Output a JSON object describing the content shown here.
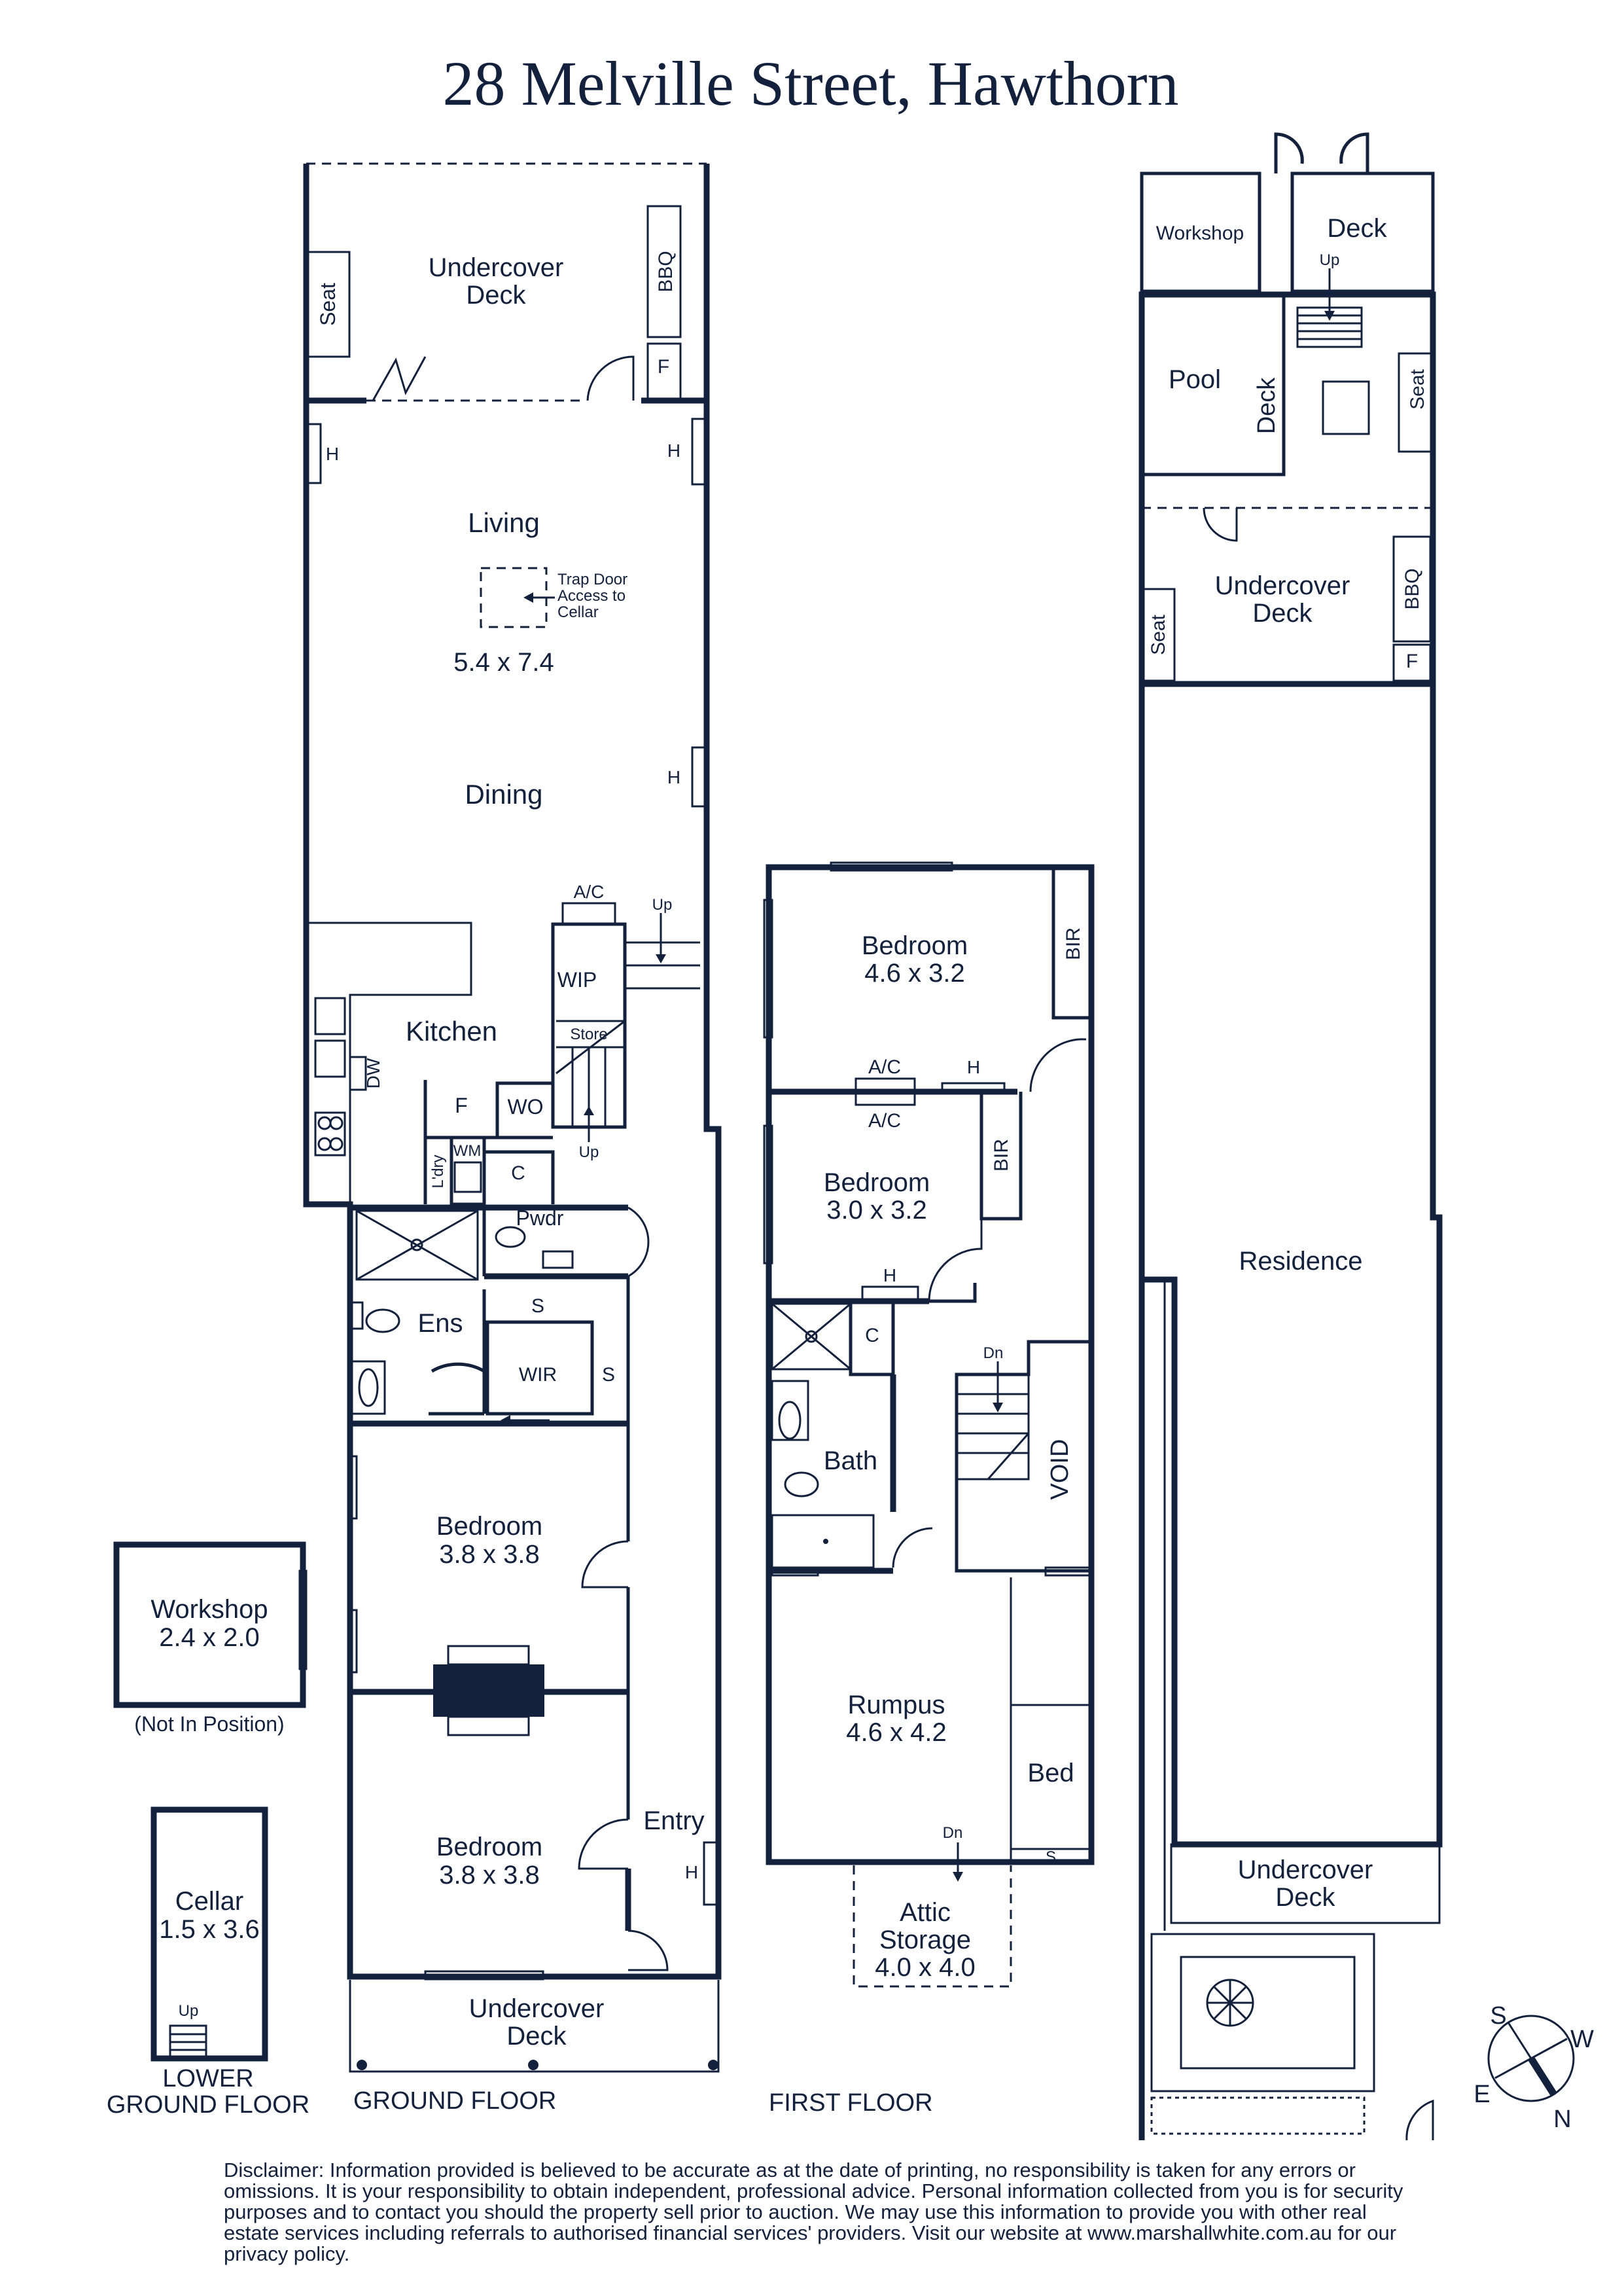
{
  "title": "28 Melville Street, Hawthorn",
  "colors": {
    "ink": "#13213c",
    "paper": "#ffffff"
  },
  "ground_floor": {
    "undercover_deck_rear": [
      "Undercover",
      "Deck"
    ],
    "seat": "Seat",
    "bbq": "BBQ",
    "fridge": "F",
    "heater": "H",
    "living": "Living",
    "trap_door": [
      "Trap Door",
      "Access to",
      "Cellar"
    ],
    "living_dims": "5.4 x 7.4",
    "dining": "Dining",
    "ac": "A/C",
    "up": "Up",
    "wip": "WIP",
    "store": "Store",
    "kitchen": "Kitchen",
    "dw": "DW",
    "wo": "WO",
    "laundry": "L'dry",
    "wm": "WM",
    "cupboard": "C",
    "powder": "Pwdr",
    "ensuite": "Ens",
    "shelves": "S",
    "wir": "WIR",
    "bedroom1": {
      "name": "Bedroom",
      "dims": "3.8 x 3.8"
    },
    "bedroom2": {
      "name": "Bedroom",
      "dims": "3.8 x 3.8"
    },
    "entry": "Entry",
    "undercover_deck_front": [
      "Undercover",
      "Deck"
    ],
    "floor_label": "GROUND FLOOR"
  },
  "workshop_outbuilding": {
    "name": "Workshop",
    "dims": "2.4 x 2.0",
    "note": "(Not In Position)"
  },
  "cellar": {
    "name": "Cellar",
    "dims": "1.5 x 3.6",
    "up": "Up",
    "floor_label": [
      "LOWER",
      "GROUND FLOOR"
    ]
  },
  "first_floor": {
    "bedroom1": {
      "name": "Bedroom",
      "dims": "4.6 x 3.2"
    },
    "bir": "BIR",
    "ac": "A/C",
    "heater": "H",
    "bedroom2": {
      "name": "Bedroom",
      "dims": "3.0 x 3.2"
    },
    "cupboard": "C",
    "down": "Dn",
    "void": "VOID",
    "bath": "Bath",
    "rumpus": {
      "name": "Rumpus",
      "dims": "4.6 x 4.2"
    },
    "bed": "Bed",
    "shelf": "S",
    "attic": [
      "Attic",
      "Storage",
      "4.0 x 4.0"
    ],
    "floor_label": "FIRST FLOOR"
  },
  "site_plan": {
    "workshop": "Workshop",
    "deck": "Deck",
    "up": "Up",
    "pool": "Pool",
    "pool_deck": "Deck",
    "seat": "Seat",
    "undercover_deck_rear": [
      "Undercover",
      "Deck"
    ],
    "bbq": "BBQ",
    "fridge": "F",
    "residence": "Residence",
    "undercover_deck_front": [
      "Undercover",
      "Deck"
    ]
  },
  "compass": {
    "s": "S",
    "w": "W",
    "e": "E",
    "n": "N"
  },
  "disclaimer": "Disclaimer: Information provided is believed to be accurate as at the date of printing, no responsibility is taken for any errors or omissions. It is your responsibility to obtain independent, professional advice. Personal information collected from you is for security purposes and to contact you should the property sell prior to auction. We may use this information to provide you with other real estate services including referrals to authorised financial services' providers. Visit our website at www.marshallwhite.com.au for our privacy policy."
}
